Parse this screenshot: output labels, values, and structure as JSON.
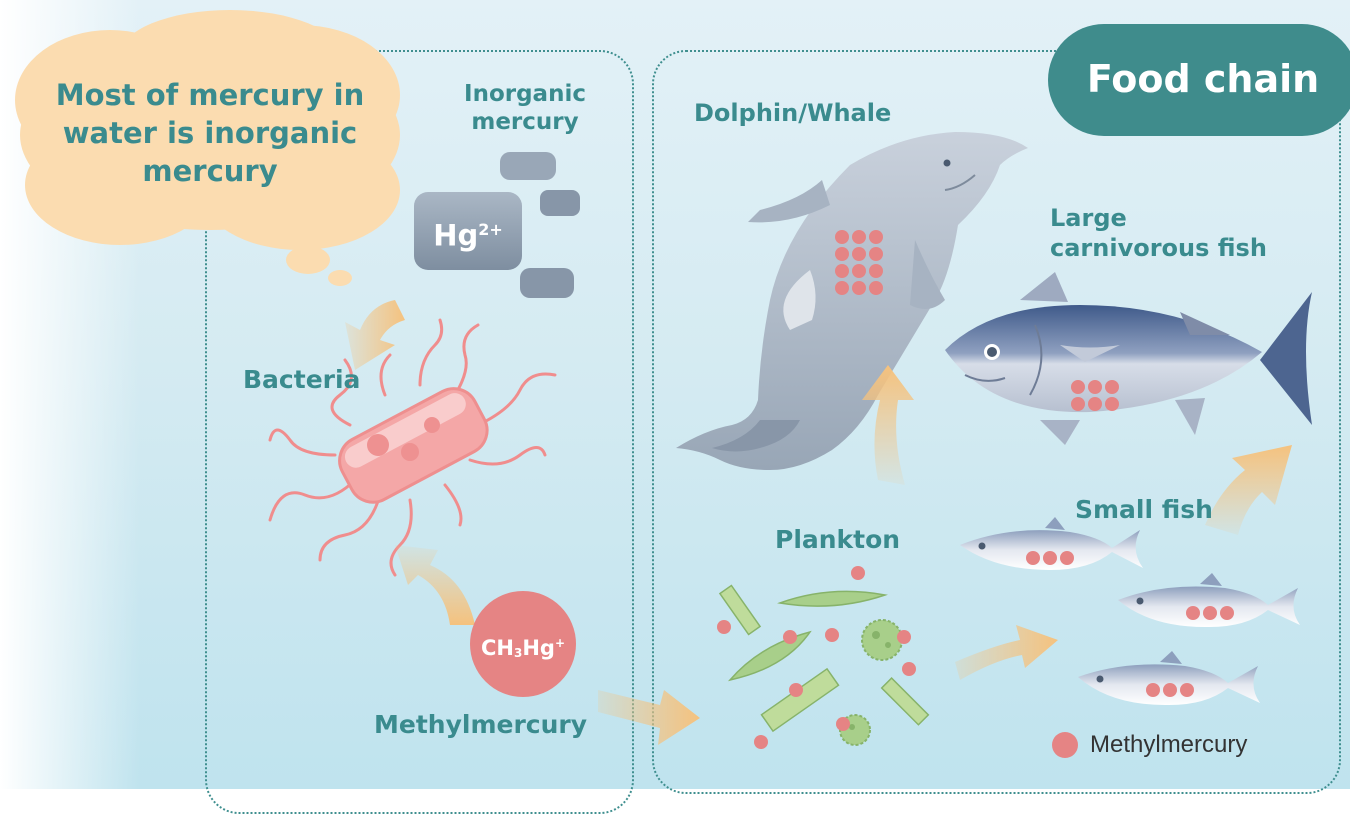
{
  "title": "Food chain",
  "cloud_text": "Most of mercury in water is inorganic mercury",
  "labels": {
    "inorganic_mercury": "Inorganic mercury",
    "hg": "Hg",
    "hg_charge": "2+",
    "bacteria": "Bacteria",
    "methylmercury_formula_ch": "CH",
    "methylmercury_formula_3": "3",
    "methylmercury_formula_hg": "Hg",
    "methylmercury_formula_charge": "+",
    "methylmercury": "Methylmercury",
    "dolphin_whale": "Dolphin/Whale",
    "large_fish": "Large carnivorous fish",
    "small_fish": "Small fish",
    "plankton": "Plankton"
  },
  "legend": {
    "label": "Methylmercury",
    "color": "#e58484"
  },
  "colors": {
    "teal": "#3a8b8e",
    "cloud": "#fbdcb0",
    "arrow": "#f5c27e",
    "methylmercury": "#e58484",
    "bacteria": "#f2a5a5",
    "plankton": "#a8cf8a"
  }
}
